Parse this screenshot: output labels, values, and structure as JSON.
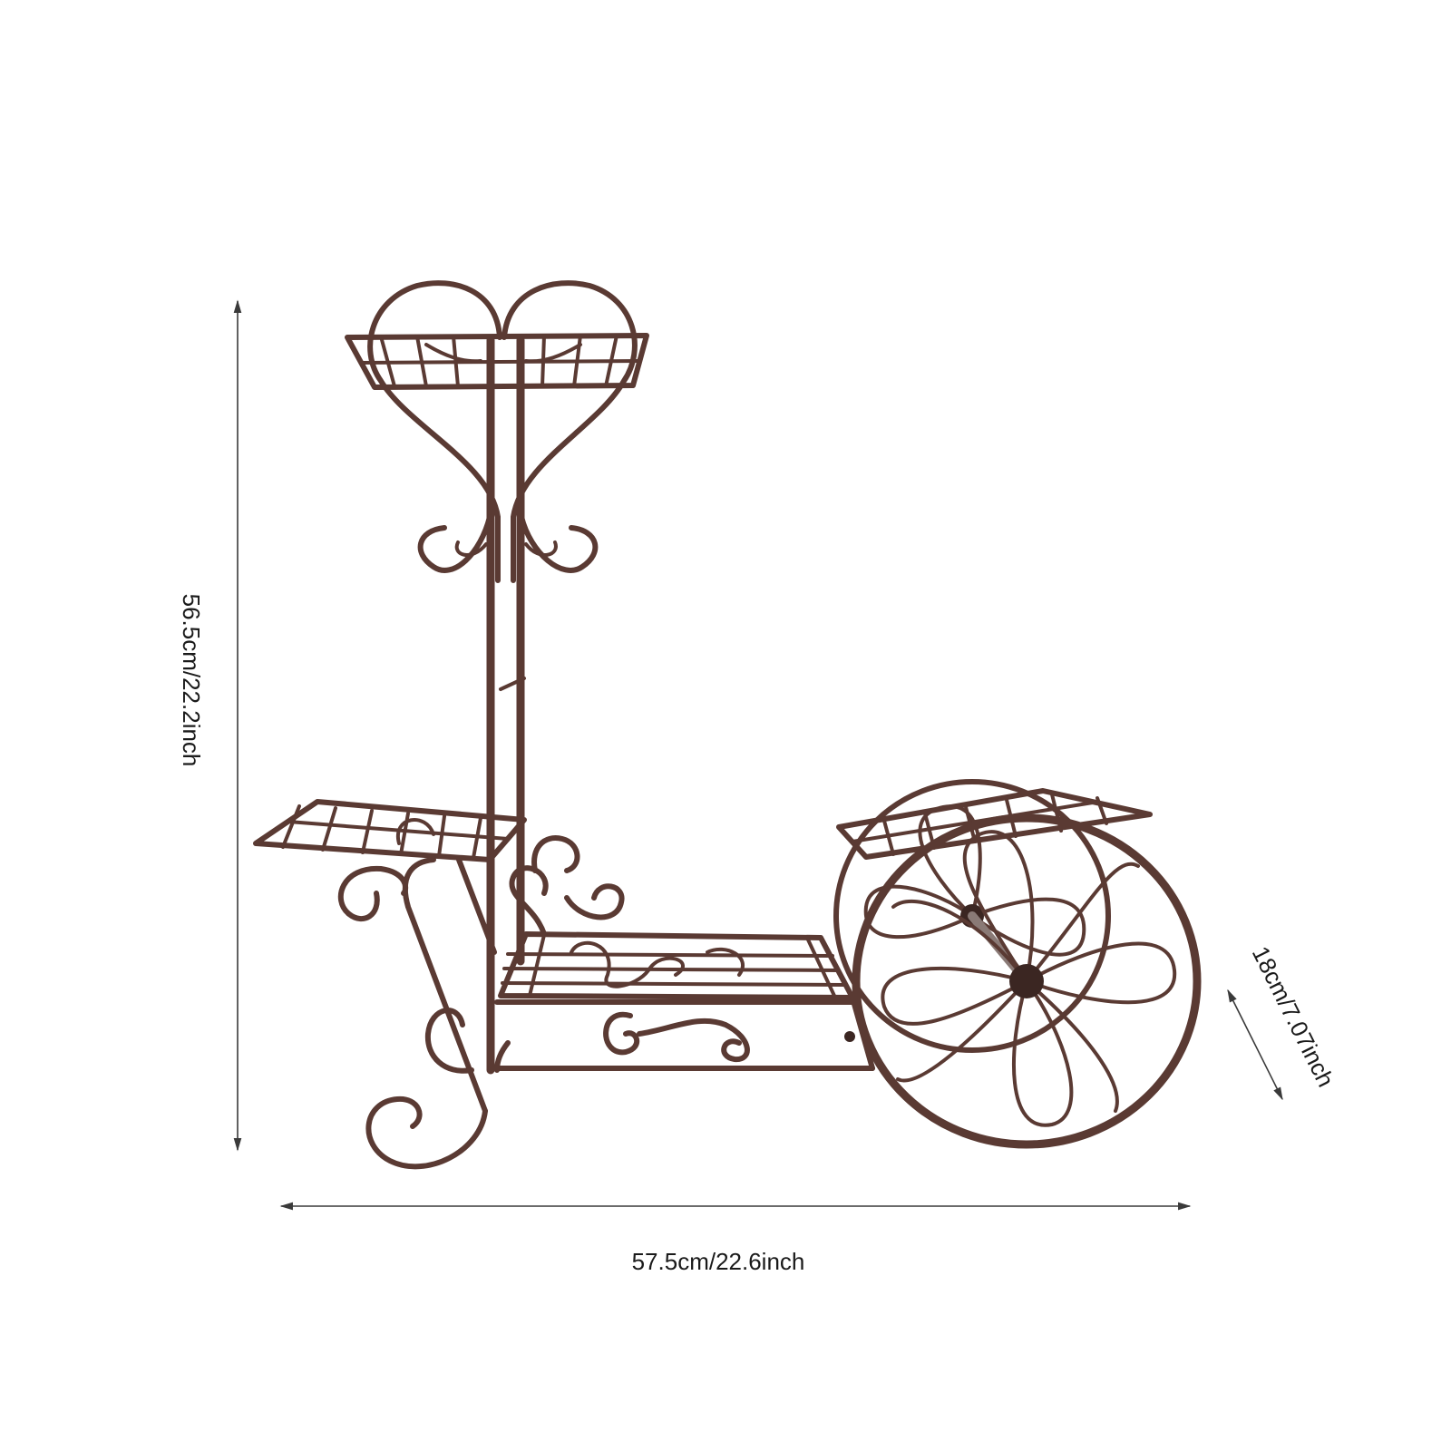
{
  "image": {
    "subject": "plant-stand-cart",
    "colors": {
      "metal": "#5a3a33",
      "hub": "#3b2622",
      "dimension_line": "#3a3a3a",
      "text": "#1a1a1a",
      "background": "#ffffff"
    }
  },
  "dimensions": {
    "height": "56.5cm/22.2inch",
    "width": "57.5cm/22.6inch",
    "depth": "18cm/7.07inch"
  }
}
